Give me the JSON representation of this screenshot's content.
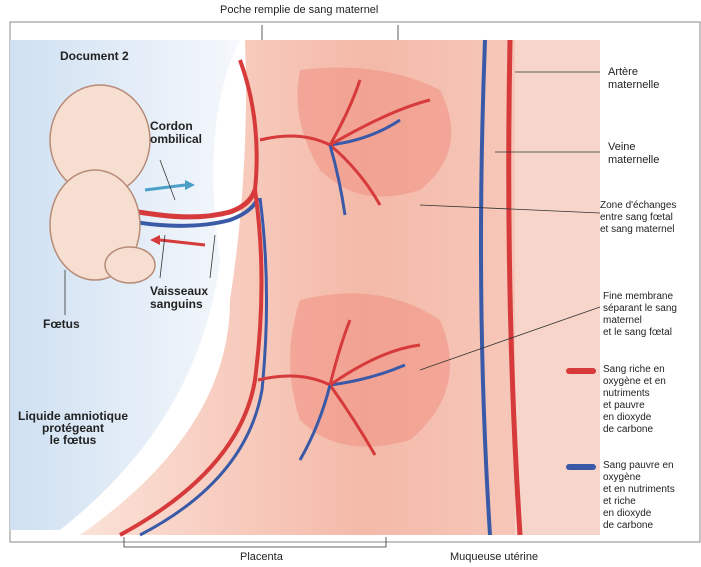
{
  "document_label": "Document 2",
  "labels": {
    "poche": "Poche remplie de sang maternel",
    "artere": "Artère\nmaternelle",
    "veine": "Veine\nmaternelle",
    "zone": "Zone d'échanges\nentre sang fœtal\net sang maternel",
    "membrane": "Fine membrane\nséparant le sang\nmaternel\net le sang fœtal",
    "cordon": "Cordon\nombilical",
    "vaisseaux": "Vaisseaux\nsanguins",
    "foetus": "Fœtus",
    "liquide": "Liquide amniotique\nprotégeant\nle fœtus",
    "placenta": "Placenta",
    "muqueuse": "Muqueuse utérine"
  },
  "legend": [
    {
      "color": "#d63a3a",
      "text": "Sang riche en\noxygène et en\nnutriments\net pauvre\nen dioxyde\nde carbone"
    },
    {
      "color": "#3a5aa8",
      "text": "Sang pauvre en\noxygène\net en nutriments\net riche\nen dioxyde\nde carbone"
    }
  ],
  "colors": {
    "oxygenated": "#d63a3a",
    "deoxygenated": "#3a5aa8",
    "tissue": "#f6c6b8",
    "pocket": "#f08f82"
  }
}
